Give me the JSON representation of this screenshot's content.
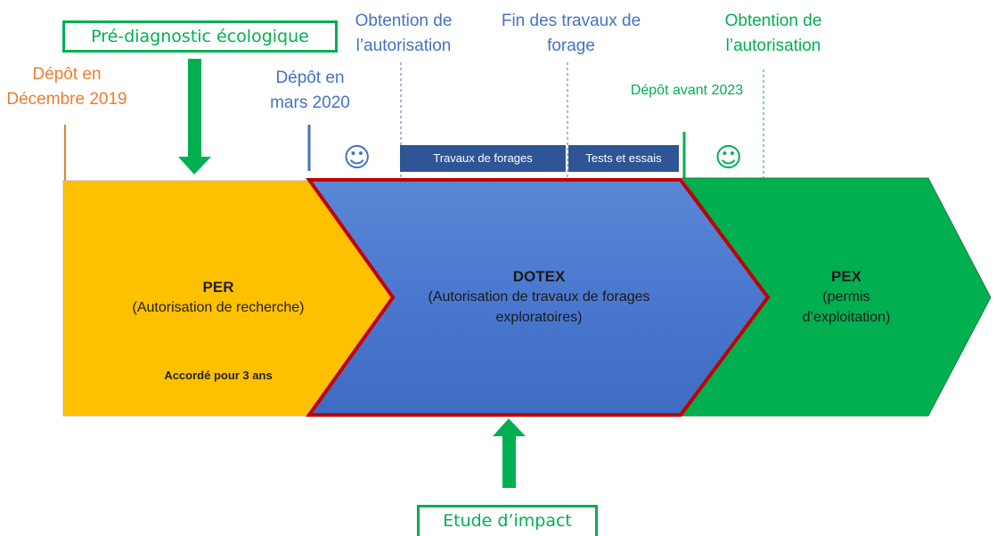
{
  "phases": {
    "per": {
      "title": "PER",
      "subtitle": "(Autorisation de recherche)",
      "note": "Accordé pour 3 ans",
      "color": "#ffc000"
    },
    "dotex": {
      "title": "DOTEX",
      "subtitle_line1": "(Autorisation de travaux de forages",
      "subtitle_line2": "exploratoires)",
      "color": "#4472c4",
      "border_color": "#c00000"
    },
    "pex": {
      "title": "PEX",
      "subtitle_line1": "(permis",
      "subtitle_line2": "d’exploitation)",
      "color": "#00b050"
    }
  },
  "milestones": {
    "depot_2019": {
      "line1": "Dépôt en",
      "line2": "Décembre 2019",
      "color": "#ed7d31"
    },
    "depot_2020": {
      "line1": "Dépôt en",
      "line2": "mars 2020",
      "color": "#4472c4"
    },
    "obtention_1": {
      "line1": "Obtention de",
      "line2": "l’autorisation",
      "color": "#4472c4"
    },
    "fin_travaux": {
      "line1": "Fin des travaux de",
      "line2": "forage",
      "color": "#4472c4"
    },
    "depot_2023": {
      "text": "Dépôt avant 2023",
      "color": "#00b050"
    },
    "obtention_2": {
      "line1": "Obtention de",
      "line2": "l’autorisation",
      "color": "#00b050"
    }
  },
  "bars": {
    "travaux": "Travaux de forages",
    "tests": "Tests et essais"
  },
  "callouts": {
    "pre_diagnostic": "Pré-diagnostic écologique",
    "etude_impact": "Etude d’impact"
  },
  "icons": {
    "smiley_blue": "☺",
    "smiley_green": "☺"
  }
}
